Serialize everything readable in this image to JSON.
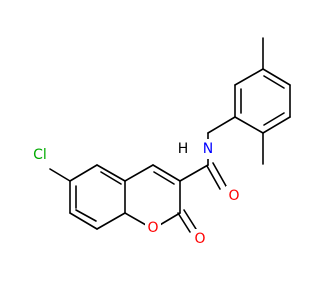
{
  "molecule": {
    "colors": {
      "bond": "#000000",
      "oxygen": "#ff0000",
      "nitrogen": "#0000ff",
      "chlorine": "#00aa00",
      "hydrogen": "#000000"
    },
    "labels": {
      "chlorine": "Cl",
      "amide_nitrogen": "N",
      "amide_hydrogen": "H",
      "amide_oxygen": "O",
      "ring_oxygen": "O",
      "lactone_oxygen": "O"
    }
  }
}
